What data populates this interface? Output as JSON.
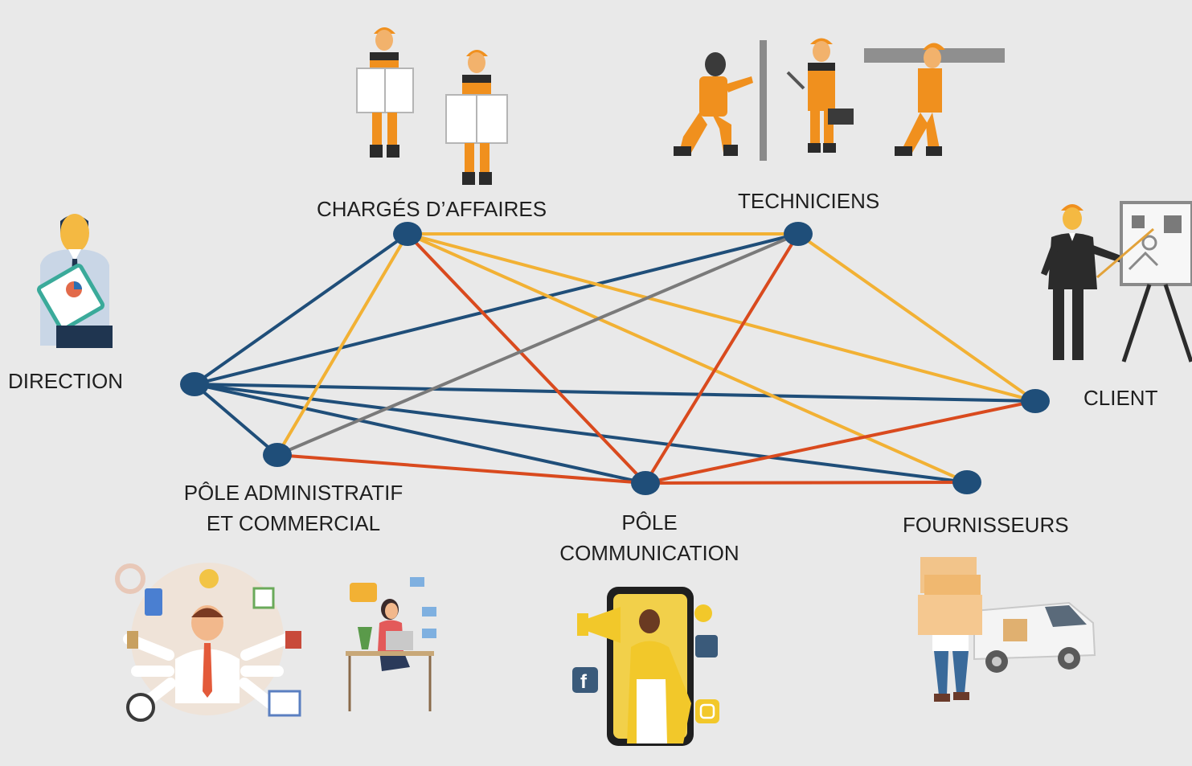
{
  "colors": {
    "background": "#e9e9e9",
    "node": "#1f4e79",
    "blue": "#1f4e79",
    "yellow": "#f2b134",
    "red": "#d94a1e",
    "gray": "#7a7a7a",
    "worker_orange": "#f0901e"
  },
  "diagram": {
    "nodes": [
      {
        "id": "direction",
        "label": "DIRECTION"
      },
      {
        "id": "charges",
        "label": "CHARGÉS D’AFFAIRES"
      },
      {
        "id": "techniciens",
        "label": "TECHNICIENS"
      },
      {
        "id": "client",
        "label": "CLIENT"
      },
      {
        "id": "admin",
        "label_line1": "PÔLE ADMINISTRATIF",
        "label_line2": "ET COMMERCIAL"
      },
      {
        "id": "comm",
        "label_line1": "PÔLE",
        "label_line2": "COMMUNICATION"
      },
      {
        "id": "fournisseurs",
        "label": "FOURNISSEURS"
      }
    ],
    "edges": [
      {
        "from": "direction",
        "to": "charges",
        "color": "blue"
      },
      {
        "from": "direction",
        "to": "techniciens",
        "color": "blue"
      },
      {
        "from": "direction",
        "to": "client",
        "color": "blue"
      },
      {
        "from": "direction",
        "to": "admin",
        "color": "blue"
      },
      {
        "from": "direction",
        "to": "comm",
        "color": "blue"
      },
      {
        "from": "direction",
        "to": "fournisseurs",
        "color": "blue"
      },
      {
        "from": "charges",
        "to": "techniciens",
        "color": "yellow"
      },
      {
        "from": "charges",
        "to": "client",
        "color": "yellow"
      },
      {
        "from": "charges",
        "to": "fournisseurs",
        "color": "yellow"
      },
      {
        "from": "charges",
        "to": "admin",
        "color": "yellow"
      },
      {
        "from": "charges",
        "to": "comm",
        "color": "red"
      },
      {
        "from": "techniciens",
        "to": "client",
        "color": "yellow"
      },
      {
        "from": "techniciens",
        "to": "comm",
        "color": "red"
      },
      {
        "from": "techniciens",
        "to": "admin",
        "color": "gray"
      },
      {
        "from": "admin",
        "to": "comm",
        "color": "red"
      },
      {
        "from": "comm",
        "to": "client",
        "color": "red"
      },
      {
        "from": "comm",
        "to": "fournisseurs",
        "color": "red"
      }
    ]
  },
  "illustrations": [
    {
      "id": "direction",
      "icon": "businessman-with-report-icon"
    },
    {
      "id": "charges",
      "icon": "workers-reading-plans-icon"
    },
    {
      "id": "techniciens",
      "icon": "technicians-at-work-icon"
    },
    {
      "id": "client",
      "icon": "client-presenting-plan-icon"
    },
    {
      "id": "admin",
      "icon": "multitasking-office-icon"
    },
    {
      "id": "comm",
      "icon": "smartphone-megaphone-social-icon"
    },
    {
      "id": "fournisseurs",
      "icon": "delivery-person-van-icon"
    }
  ]
}
